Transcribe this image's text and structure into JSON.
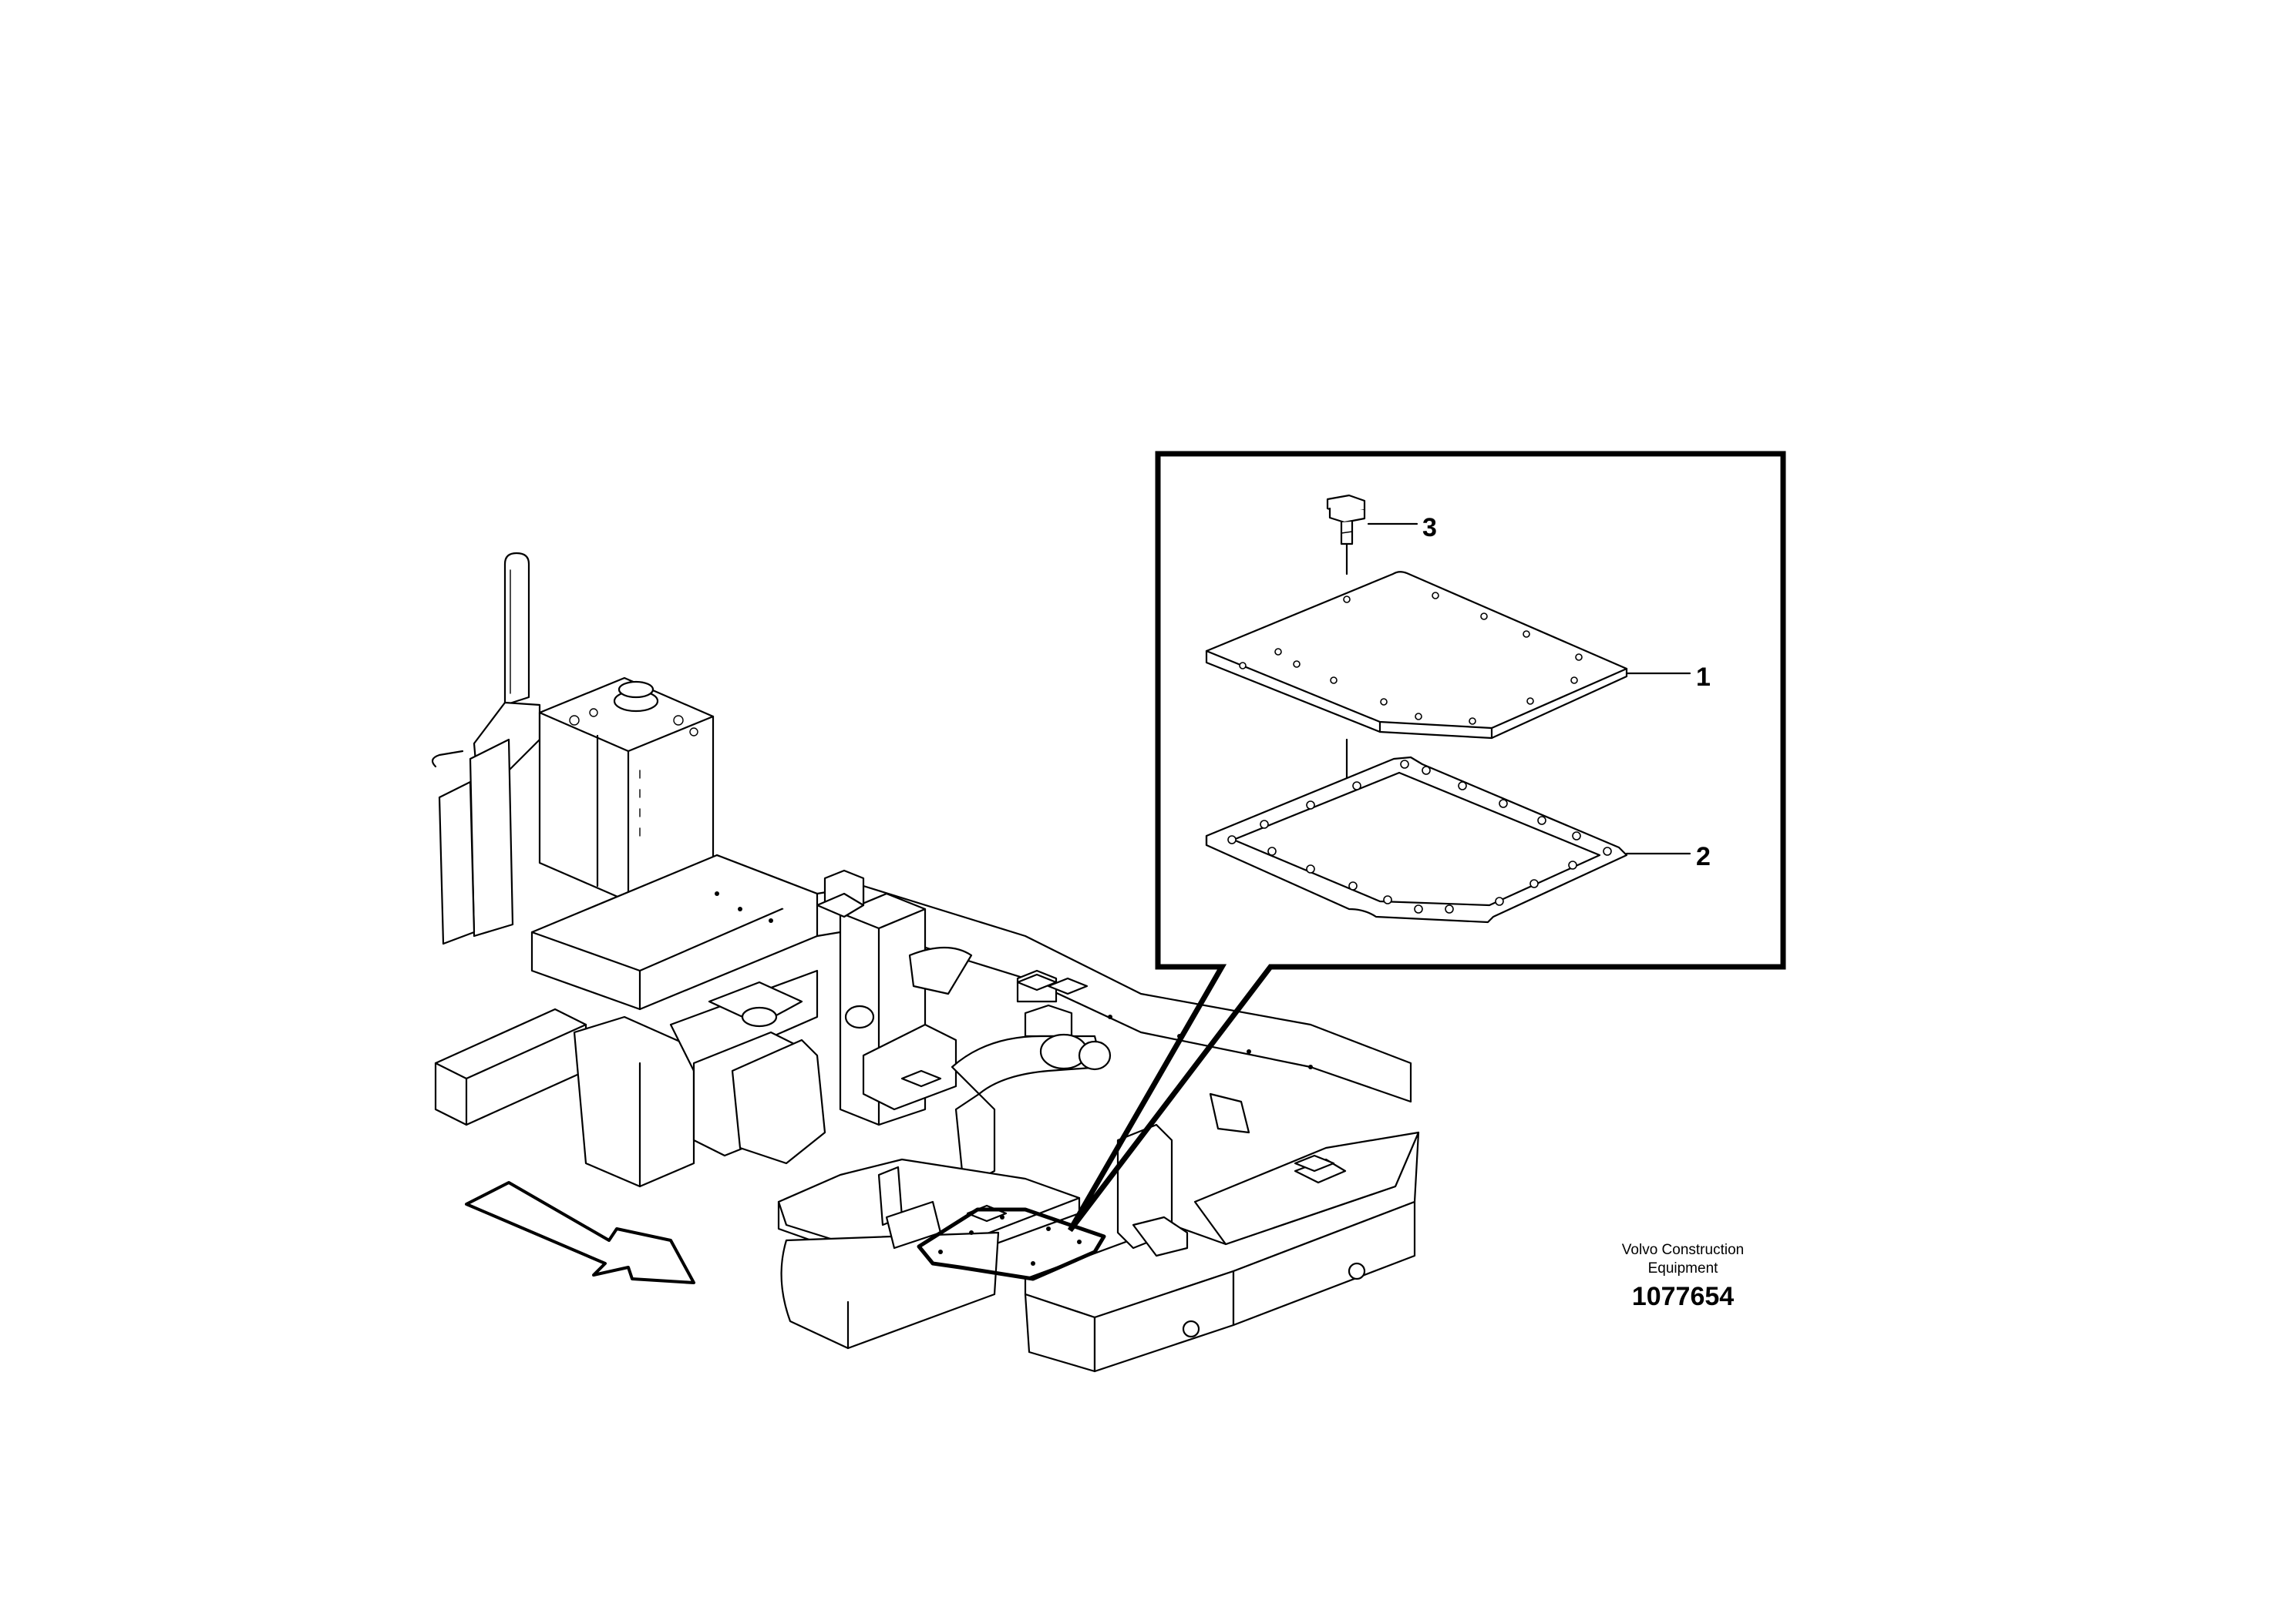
{
  "callouts": {
    "item1": "1",
    "item2": "2",
    "item3": "3"
  },
  "footer": {
    "company_line1": "Volvo Construction",
    "company_line2": "Equipment",
    "ref_number": "1077654"
  }
}
